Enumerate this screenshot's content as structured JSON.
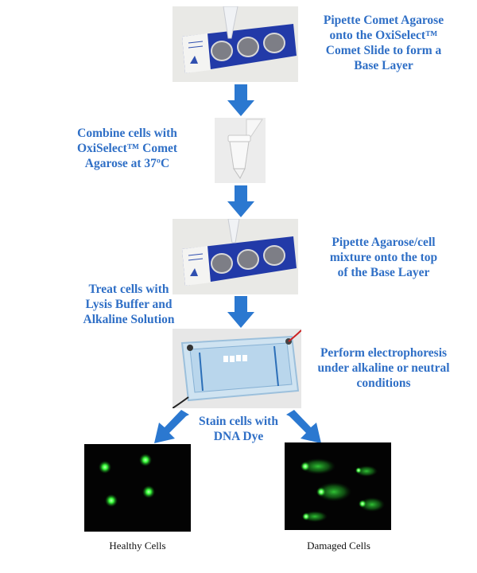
{
  "steps": {
    "step1": [
      "Pipette Comet Agarose",
      "onto the OxiSelect™",
      "Comet Slide to form a",
      "Base Layer"
    ],
    "step2": [
      "Combine cells with",
      "OxiSelect™ Comet",
      "Agarose at 37ºC"
    ],
    "step3": [
      "Pipette Agarose/cell",
      "mixture onto the top",
      "of the Base Layer"
    ],
    "step4": [
      "Treat cells with",
      "Lysis Buffer and",
      "Alkaline Solution"
    ],
    "step5": [
      "Perform electrophoresis",
      "under alkaline or neutral",
      "conditions"
    ],
    "step6": [
      "Stain cells with",
      "DNA Dye"
    ]
  },
  "captions": {
    "healthy": "Healthy Cells",
    "damaged": "Damaged Cells"
  },
  "slide_wells": [
    "1",
    "2",
    "3"
  ],
  "colors": {
    "label_text": "#2f6fc6",
    "arrow": "#2b78d0",
    "slide_blue": "#2437a8",
    "fluorescence": "#39ff3a"
  }
}
